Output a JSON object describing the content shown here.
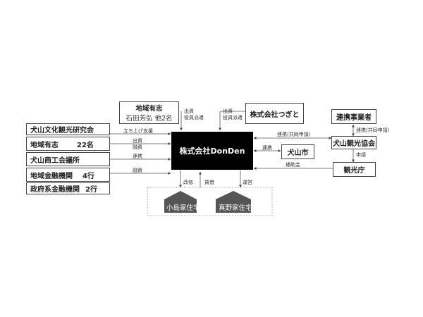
{
  "center": {
    "name": "株式会社DonDen"
  },
  "left_entities": [
    {
      "name": "犬山文化観光研究会"
    },
    {
      "name": "地域有志",
      "count": "22名"
    },
    {
      "name": "犬山商工会議所"
    },
    {
      "name": "地域金融機関",
      "count": "4行"
    },
    {
      "name": "政府系金融機関",
      "count": "2行"
    }
  ],
  "top_entities": [
    {
      "name": "地域有志",
      "detail": "石田芳弘 他2名"
    },
    {
      "name": "株式会社つぎと"
    }
  ],
  "right_entities": [
    {
      "name": "連携事業者"
    },
    {
      "name": "犬山観光協会"
    },
    {
      "name": "犬山市"
    },
    {
      "name": "観光庁"
    }
  ],
  "houses": [
    {
      "name": "小島家住宅"
    },
    {
      "name": "真野家住宅"
    }
  ],
  "edge_labels": {
    "left_1": "立ち上げ支援",
    "left_2a": "出資",
    "left_2b": "融資",
    "left_3": "連携",
    "left_4": "融資",
    "top_1a": "出資",
    "top_1b": "役員派遣",
    "top_2a": "出資",
    "top_2b": "役員派遣",
    "right_1": "連携(共同申請)",
    "right_2": "連携",
    "right_3": "補助金",
    "right_v1": "連携(共同申請)",
    "right_v2": "申請",
    "bottom_1": "改修",
    "bottom_2": "賃借",
    "bottom_3": "運営"
  },
  "colors": {
    "center_fill": "#000000",
    "house_fill": "#555555",
    "line": "#555555",
    "dashed": "#999999"
  }
}
